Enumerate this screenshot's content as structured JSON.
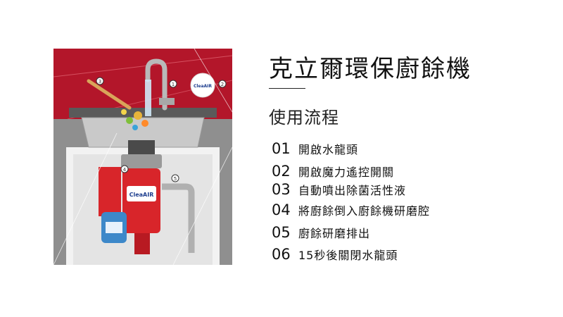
{
  "title": "克立爾環保廚餘機",
  "subtitle": "使用流程",
  "illustration": {
    "brand_label": "CleaAIR",
    "callouts": [
      "1",
      "2",
      "3",
      "4",
      "5"
    ],
    "colors": {
      "wall_red": "#b3162a",
      "unit_red": "#d8252a",
      "cabinet": "#8c8c8c"
    }
  },
  "steps": [
    {
      "num": "01",
      "text": "開啟水龍頭"
    },
    {
      "num": "02",
      "text": "開啟魔力遙控開關"
    },
    {
      "num": "03",
      "text": "自動噴出除菌活性液"
    },
    {
      "num": "04",
      "text": "將廚餘倒入廚餘機研磨腔"
    },
    {
      "num": "05",
      "text": "廚餘研磨排出"
    },
    {
      "num": "06",
      "text": "15秒後關閉水龍頭"
    }
  ]
}
